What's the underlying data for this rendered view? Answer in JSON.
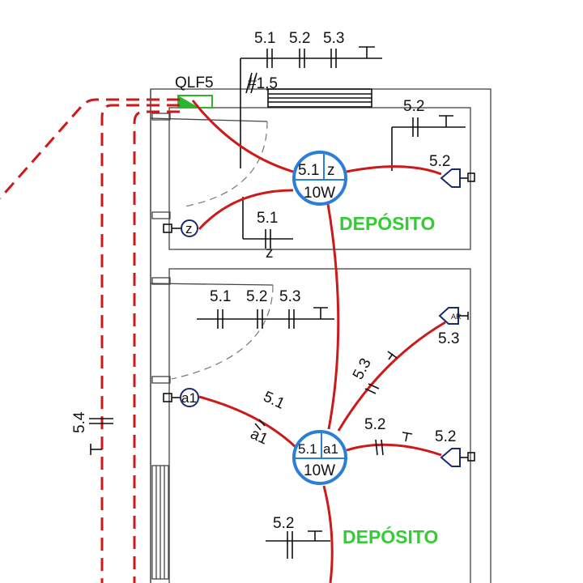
{
  "panel": {
    "label": "QLF5"
  },
  "wire_gauge": "#1,5",
  "rooms": [
    {
      "name": "DEPÓSITO"
    },
    {
      "name": "DEPÓSITO"
    }
  ],
  "lamps": [
    {
      "circuit": "5.1",
      "switch": "z",
      "power": "10W"
    },
    {
      "circuit": "5.1",
      "switch": "a1",
      "power": "10W"
    }
  ],
  "switches": [
    "z",
    "a1"
  ],
  "marks": {
    "m1": "5.1",
    "m2": "5.2",
    "m3": "5.3",
    "m4": "5.2",
    "m5": "5.2",
    "m6": "5.1",
    "m7": "z",
    "m8": "5.1",
    "m9": "5.2",
    "m10": "5.3",
    "m11": "5.3",
    "m12": "5.3",
    "m13": "5.1",
    "m14": "a1",
    "m15": "5.2",
    "m16": "5.2",
    "m17": "5.2",
    "m18": "5.4"
  },
  "colors": {
    "wiring": "#cc1a1a",
    "lamp": "#2b7fd6",
    "room_label": "#33cc33",
    "panel": "#2bb52b"
  }
}
